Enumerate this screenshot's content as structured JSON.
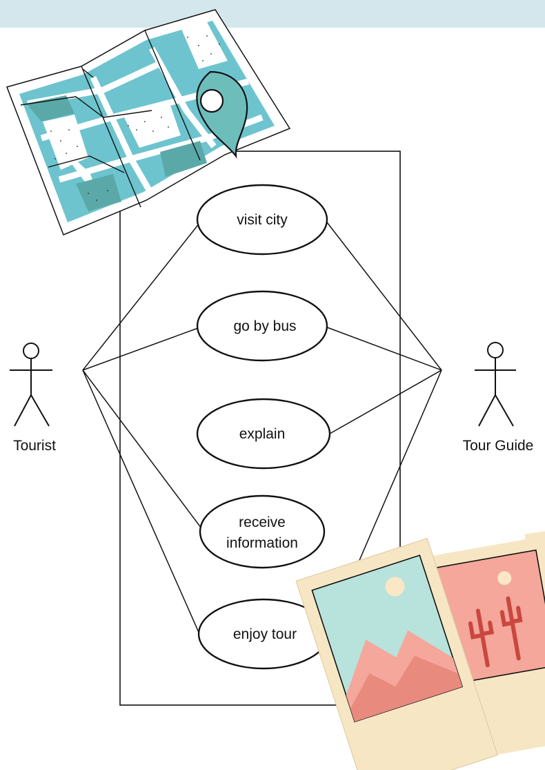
{
  "colors": {
    "band": "#d3e7ec",
    "map_teal": "#6dc4ce",
    "map_dark": "#5aa9a8",
    "photo_frame": "#f7e6c4",
    "photo_sky": "#b8e3dc",
    "photo_pink": "#f4a79a",
    "line": "#111111"
  },
  "actors": {
    "tourist": "Tourist",
    "tour_guide": "Tour Guide"
  },
  "use_cases": [
    {
      "lines": [
        "visit city"
      ]
    },
    {
      "lines": [
        "go by bus"
      ]
    },
    {
      "lines": [
        "explain"
      ]
    },
    {
      "lines": [
        "receive",
        "information"
      ]
    },
    {
      "lines": [
        "enjoy tour"
      ]
    }
  ],
  "decorations": {
    "map": "folded-map-with-location-pin",
    "photos": "polaroid-photos-desert"
  }
}
